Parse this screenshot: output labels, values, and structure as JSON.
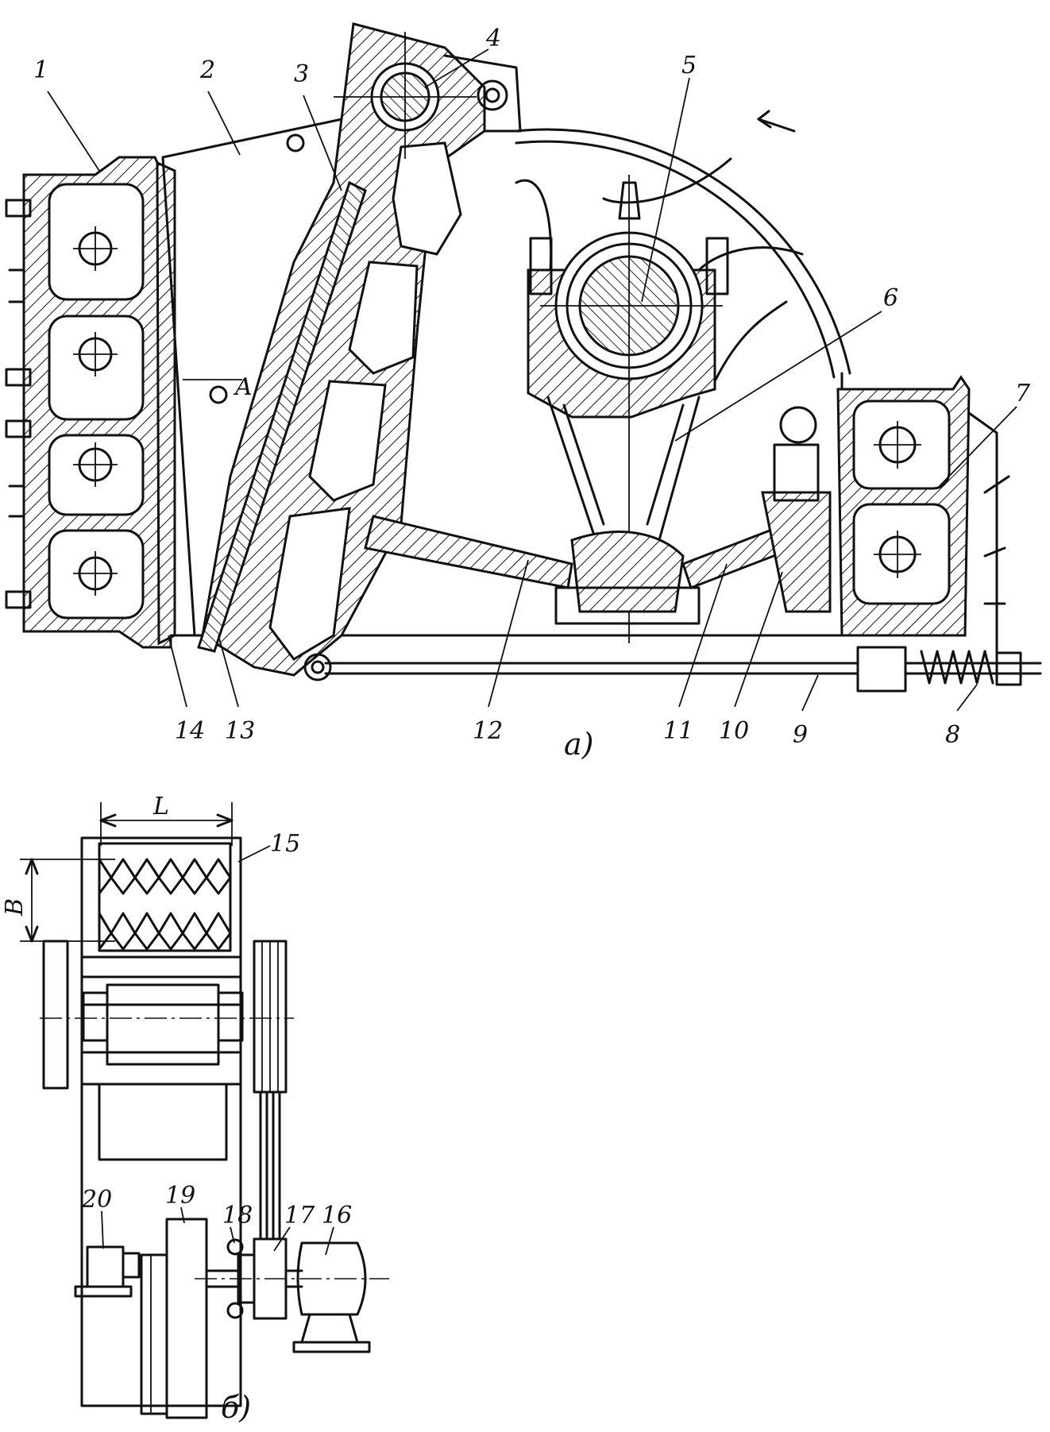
{
  "figure_a": {
    "caption": "а)",
    "section_mark": "A",
    "callouts": [
      "1",
      "2",
      "3",
      "4",
      "5",
      "6",
      "7",
      "8",
      "9",
      "10",
      "11",
      "12",
      "13",
      "14"
    ]
  },
  "figure_b": {
    "caption": "б)",
    "dim_length": "L",
    "dim_width": "B",
    "callouts": [
      "15",
      "16",
      "17",
      "18",
      "19",
      "20"
    ]
  }
}
